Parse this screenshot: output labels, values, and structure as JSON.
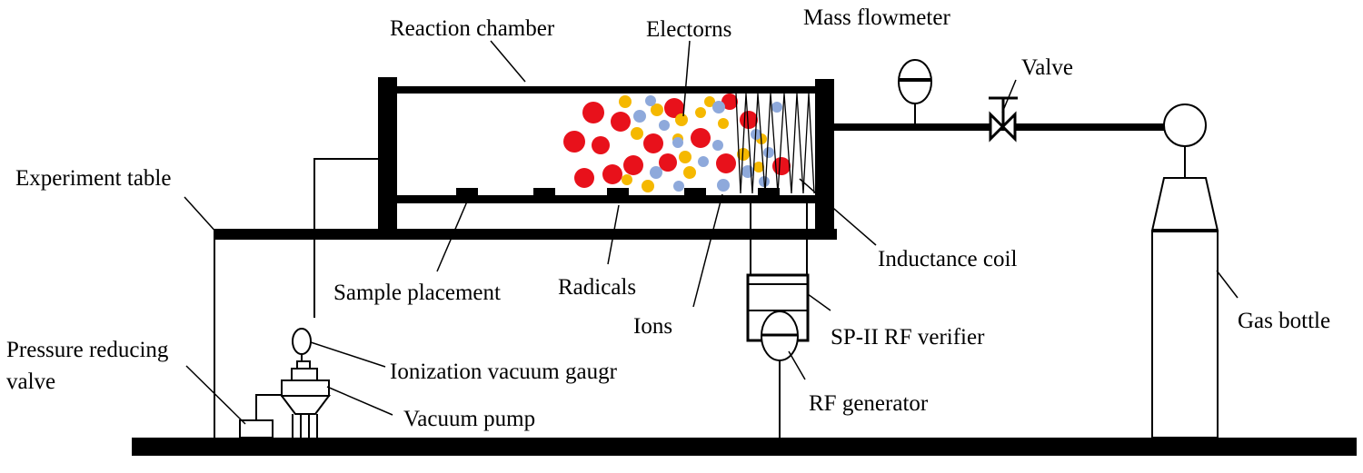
{
  "labels": {
    "reaction_chamber": "Reaction  chamber",
    "electrons": "Electorns",
    "mass_flowmeter": "Mass  flowmeter",
    "valve": "Valve",
    "experiment_table": "Experiment  table",
    "inductance_coil": "Inductance  coil",
    "sample_placement": "Sample  placement",
    "radicals": "Radicals",
    "ions": "Ions",
    "sp_rf_verifier": "SP-II  RF  verifier",
    "gas_bottle": "Gas  bottle",
    "pressure_reducing_valve_line1": "Pressure  reducing",
    "pressure_reducing_valve_line2": "valve",
    "ionization_vacuum_gauge": "Ionization vacuum  gaugr",
    "vacuum_pump": "Vacuum  pump",
    "rf_generator": "RF  generator"
  },
  "colors": {
    "line": "#000000",
    "radical": "#e8111b",
    "electron": "#f5b800",
    "ion": "#8ea9db",
    "background": "#ffffff"
  }
}
